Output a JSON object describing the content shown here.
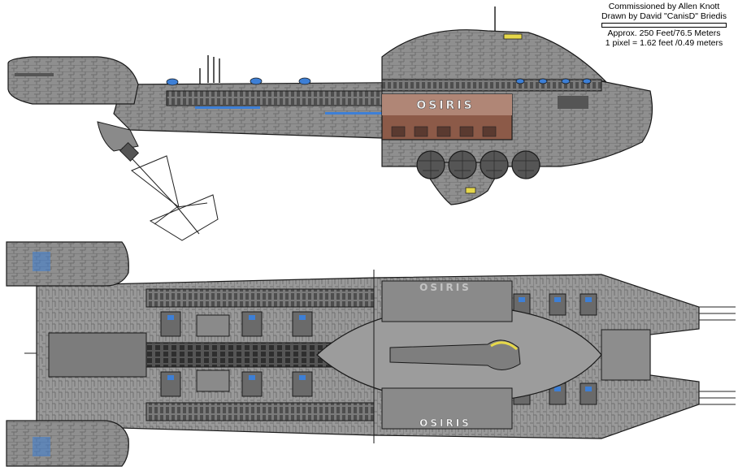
{
  "credits": {
    "commissioned": "Commissioned by Allen Knott",
    "drawn": "Drawn by David \"CanisD\" Briedis",
    "size": "Approx. 250 Feet/76.5 Meters",
    "scale": "1 pixel = 1.62 feet /0.49 meters"
  },
  "ship": {
    "name": "OSIRIS",
    "name_top_partial": "OSIRIS"
  },
  "colors": {
    "hull": "#8f8f8f",
    "hull_dark": "#6a6a6a",
    "hull_light": "#b4b4b4",
    "outline": "#1a1a1a",
    "window_blue": "#3d7fd6",
    "hangar_glow": "#8c5a48",
    "accent_yellow": "#e6d84a"
  }
}
